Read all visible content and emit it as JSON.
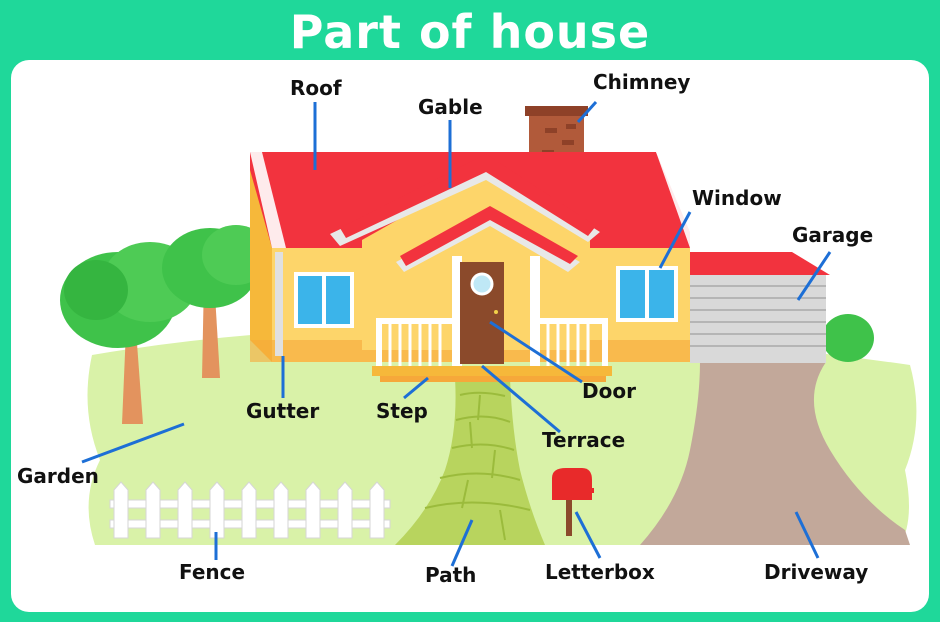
{
  "title": "Part of house",
  "labels": {
    "roof": "Roof",
    "gable": "Gable",
    "chimney": "Chimney",
    "window": "Window",
    "garage": "Garage",
    "gutter": "Gutter",
    "step": "Step",
    "door": "Door",
    "terrace": "Terrace",
    "garden": "Garden",
    "fence": "Fence",
    "path": "Path",
    "letterbox": "Letterbox",
    "driveway": "Driveway"
  },
  "colors": {
    "background": "#1fd89a",
    "roof": "#f2333e",
    "wall": "#fdd56a",
    "lawn": "#d9f2a8",
    "driveway": "#c2a89a",
    "leader_line": "#1d6fd6"
  }
}
